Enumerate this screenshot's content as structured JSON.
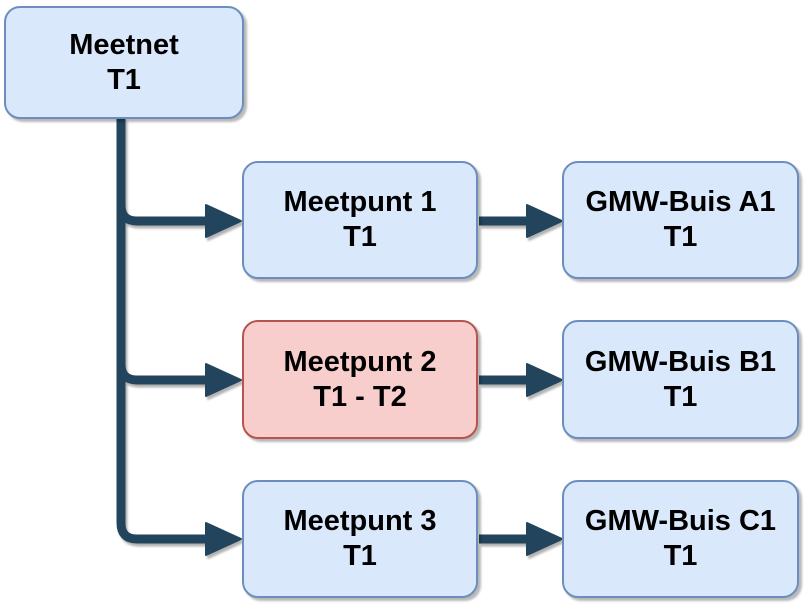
{
  "diagram": {
    "type": "flowchart",
    "language": "nl",
    "nodes": {
      "meetnet": {
        "line1": "Meetnet",
        "line2": "T1",
        "variant": "blue"
      },
      "meetpunt1": {
        "line1": "Meetpunt 1",
        "line2": "T1",
        "variant": "blue"
      },
      "meetpunt2": {
        "line1": "Meetpunt 2",
        "line2": "T1 - T2",
        "variant": "red"
      },
      "meetpunt3": {
        "line1": "Meetpunt 3",
        "line2": "T1",
        "variant": "blue"
      },
      "gmw_buis_a1": {
        "line1": "GMW-Buis A1",
        "line2": "T1",
        "variant": "blue"
      },
      "gmw_buis_b1": {
        "line1": "GMW-Buis B1",
        "line2": "T1",
        "variant": "blue"
      },
      "gmw_buis_c1": {
        "line1": "GMW-Buis C1",
        "line2": "T1",
        "variant": "blue"
      }
    },
    "edges": [
      {
        "from": "meetnet",
        "to": "meetpunt1",
        "style": "arrow"
      },
      {
        "from": "meetnet",
        "to": "meetpunt2",
        "style": "arrow"
      },
      {
        "from": "meetnet",
        "to": "meetpunt3",
        "style": "arrow"
      },
      {
        "from": "meetpunt1",
        "to": "gmw_buis_a1",
        "style": "arrow"
      },
      {
        "from": "meetpunt2",
        "to": "gmw_buis_b1",
        "style": "arrow"
      },
      {
        "from": "meetpunt3",
        "to": "gmw_buis_c1",
        "style": "arrow"
      }
    ],
    "colors": {
      "node_fill_blue": "#dae8fc",
      "node_border_blue": "#6c8ebf",
      "node_fill_red": "#f8cecc",
      "node_border_red": "#b85450",
      "connector": "#23445d",
      "text": "#000000",
      "background": "#ffffff"
    }
  }
}
